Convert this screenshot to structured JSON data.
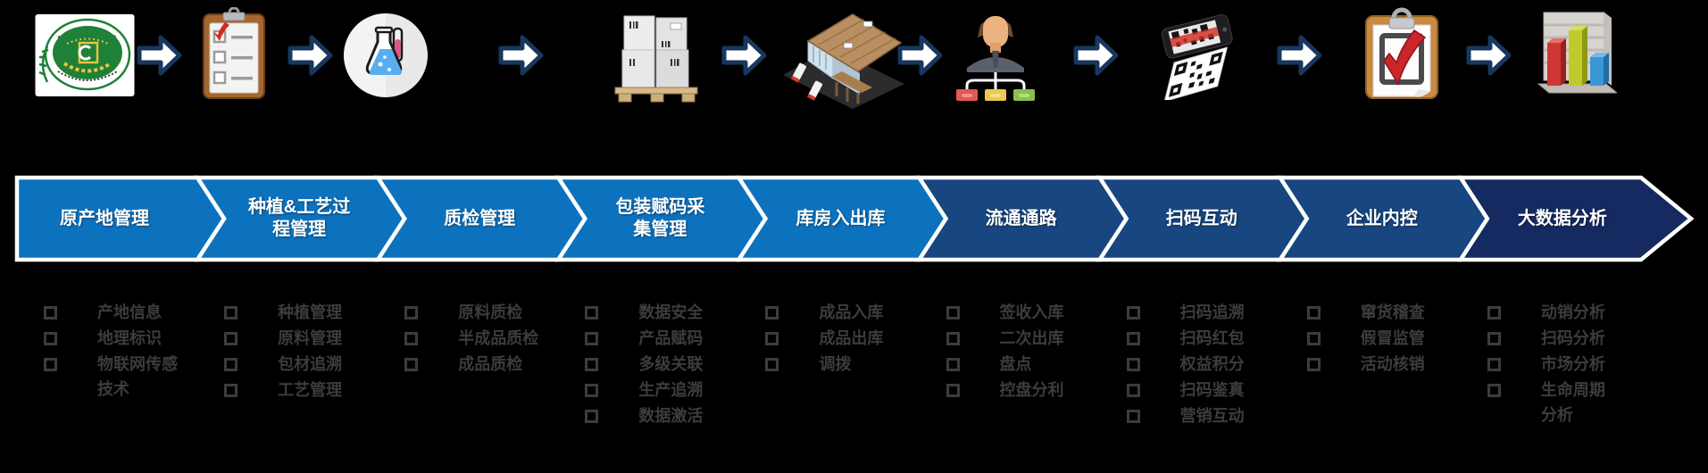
{
  "colors": {
    "background": "#000000",
    "stage_blue": "#0D72BE",
    "stage_dark_blue": "#174680",
    "stage_navy": "#142A61",
    "banner_outline": "#FFFFFF",
    "arrow_fill": "#FFFFFF",
    "arrow_outline": "#17375E",
    "list_text": "#3C3C3E"
  },
  "flow_icons": [
    "gi-certification-emblem-icon",
    "checklist-clipboard-icon",
    "lab-flask-icon",
    "pallet-boxes-icon",
    "warehouse-icon",
    "distribution-network-person-icon",
    "qr-code-scan-icon",
    "audit-check-clipboard-icon",
    "bar-chart-3d-icon"
  ],
  "stages": [
    {
      "label": "原产地管理",
      "color": "#0D72BE",
      "items": [
        "产地信息",
        "地理标识",
        "物联网传感\n技术"
      ]
    },
    {
      "label": "种植&工艺过\n程管理",
      "color": "#0D72BE",
      "items": [
        "种植管理",
        "原料管理",
        "包材追溯",
        "工艺管理"
      ]
    },
    {
      "label": "质检管理",
      "color": "#0D72BE",
      "items": [
        "原料质检",
        "半成品质检",
        "成品质检"
      ]
    },
    {
      "label": "包装赋码采\n集管理",
      "color": "#0D72BE",
      "items": [
        "数据安全",
        "产品赋码",
        "多级关联",
        "生产追溯",
        "数据激活"
      ]
    },
    {
      "label": "库房入出库",
      "color": "#0D72BE",
      "items": [
        "成品入库",
        "成品出库",
        "调拨"
      ]
    },
    {
      "label": "流通通路",
      "color": "#174680",
      "items": [
        "签收入库",
        "二次出库",
        "盘点",
        "控盘分利"
      ]
    },
    {
      "label": "扫码互动",
      "color": "#174680",
      "items": [
        "扫码追溯",
        "扫码红包",
        "权益积分",
        "扫码鉴真",
        "营销互动"
      ]
    },
    {
      "label": "企业内控",
      "color": "#174680",
      "items": [
        "窜货稽查",
        "假冒监管",
        "活动核销"
      ]
    },
    {
      "label": "大数据分析",
      "color": "#142A61",
      "items": [
        "动销分析",
        "扫码分析",
        "市场分析",
        "生命周期\n分析"
      ]
    }
  ]
}
